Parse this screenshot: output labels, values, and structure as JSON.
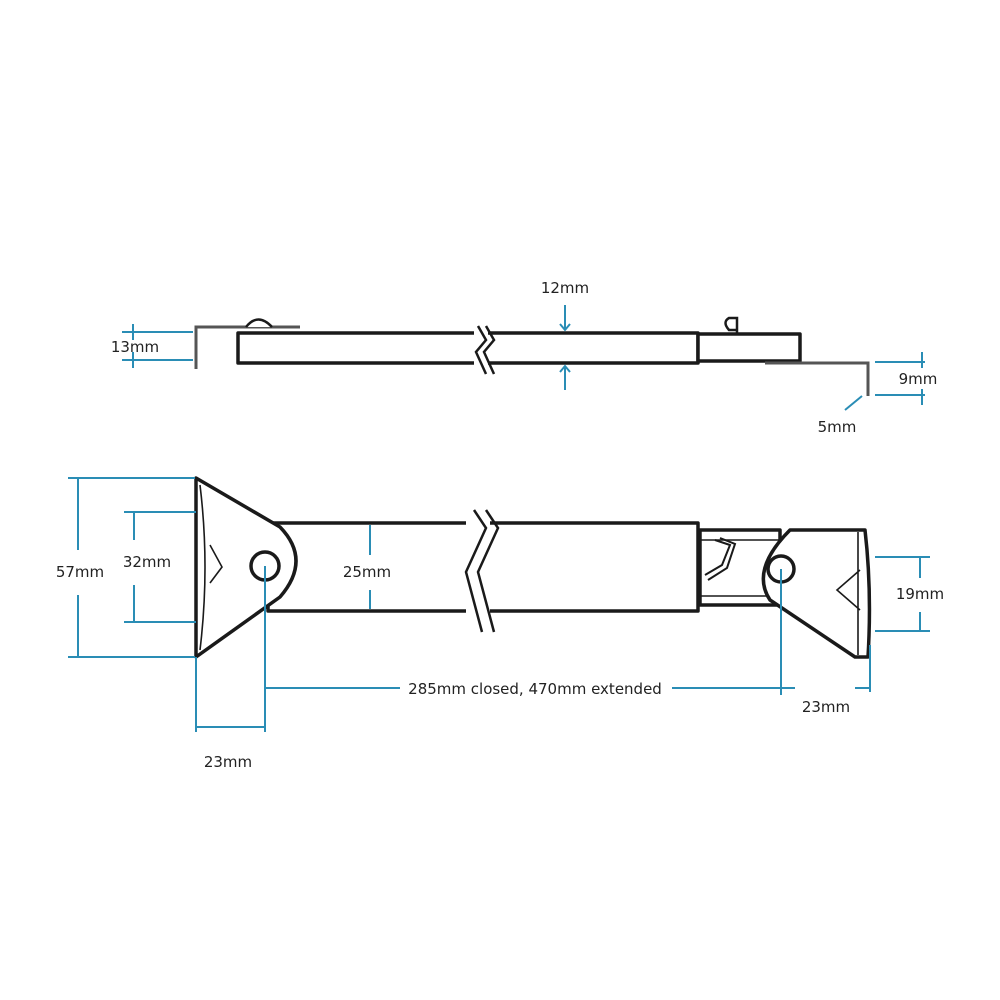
{
  "title": "Window casement stay dimension diagram",
  "colors": {
    "outline": "#1a1a1a",
    "dimension": "#2a8db5",
    "background": "#ffffff"
  },
  "side_view": {
    "thickness": "12mm",
    "left_bracket_height": "13mm",
    "right_bracket_height": "9mm",
    "right_bracket_offset": "5mm"
  },
  "top_view": {
    "left_plate_height": "57mm",
    "left_plate_hole_spacing": "32mm",
    "bar_width": "25mm",
    "length": "285mm closed, 470mm extended",
    "left_plate_depth": "23mm",
    "right_plate_depth": "23mm",
    "right_plate_height": "19mm"
  }
}
